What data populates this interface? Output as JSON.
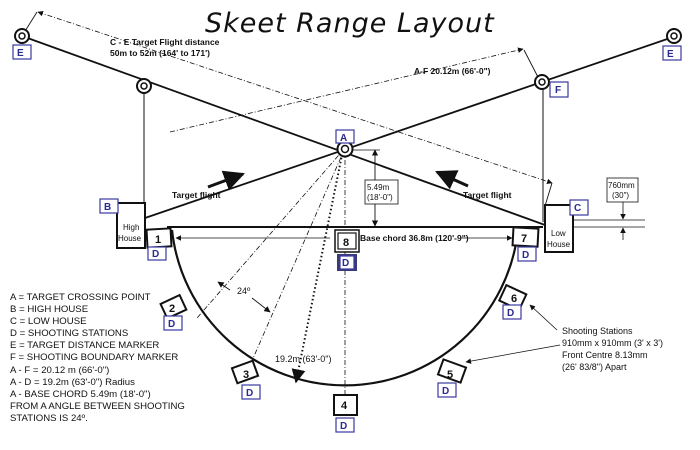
{
  "title": "Skeet Range Layout",
  "points": {
    "A": "A",
    "B": "B",
    "C": "C",
    "D": "D",
    "E": "E",
    "F": "F"
  },
  "houses": {
    "high_line1": "High",
    "high_line2": "House",
    "low_line1": "Low",
    "low_line2": "House"
  },
  "annotations": {
    "ce_line1": "C - E Target Flight distance",
    "ce_line2": "50m to 52m  (164' to 171')",
    "af": "A-F 20.12m (66'-0\")",
    "target_flight_left": "Target flight",
    "target_flight_right": "Target flight",
    "height_line1": "5.49m",
    "height_line2": "(18'-0\")",
    "low_height_line1": "760mm",
    "low_height_line2": "(30\")",
    "base_chord": "Base chord 36.8m (120'-9\")",
    "angle": "24º",
    "radius": "19.2m (63'-0\")",
    "stations_line1": "Shooting Stations",
    "stations_line2": "910mm x 910mm (3' x 3')",
    "stations_line3": "Front Centre 8.13mm",
    "stations_line4": "(26' 83/8\") Apart"
  },
  "stations": [
    "1",
    "2",
    "3",
    "4",
    "5",
    "6",
    "7",
    "8"
  ],
  "legend": [
    "A = TARGET CROSSING POINT",
    "B = HIGH HOUSE",
    "C = LOW HOUSE",
    "D = SHOOTING STATIONS",
    "E = TARGET DISTANCE MARKER",
    "F = SHOOTING BOUNDARY MARKER",
    "A - F = 20.12 m (66'-0\")",
    "A - D = 19.2m (63'-0\") Radius",
    "A - BASE CHORD 5.49m (18'-0\")",
    "FROM A ANGLE BETWEEN SHOOTING",
    "STATIONS IS 24º."
  ]
}
